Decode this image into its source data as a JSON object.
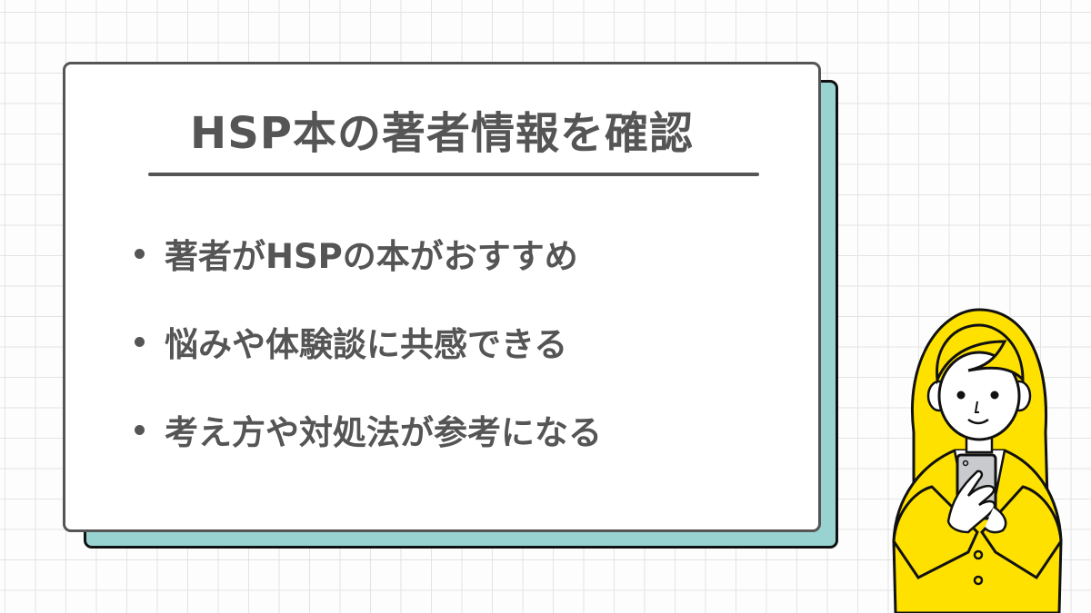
{
  "slide": {
    "title": "HSP本の著者情報を確認",
    "bullets": [
      {
        "label": "著者がHSPの本がおすすめ"
      },
      {
        "label": "悩みや体験談に共感できる"
      },
      {
        "label": "考え方や対処法が参考になる"
      }
    ],
    "colors": {
      "text": "#555555",
      "card_border": "#555555",
      "shadow_fill": "#98d3d1",
      "shadow_border": "#111111",
      "hair": "#ffe100",
      "grid_line": "#e2e4e4"
    },
    "illustration": {
      "icon": "woman-holding-smartphone-illustration"
    }
  }
}
